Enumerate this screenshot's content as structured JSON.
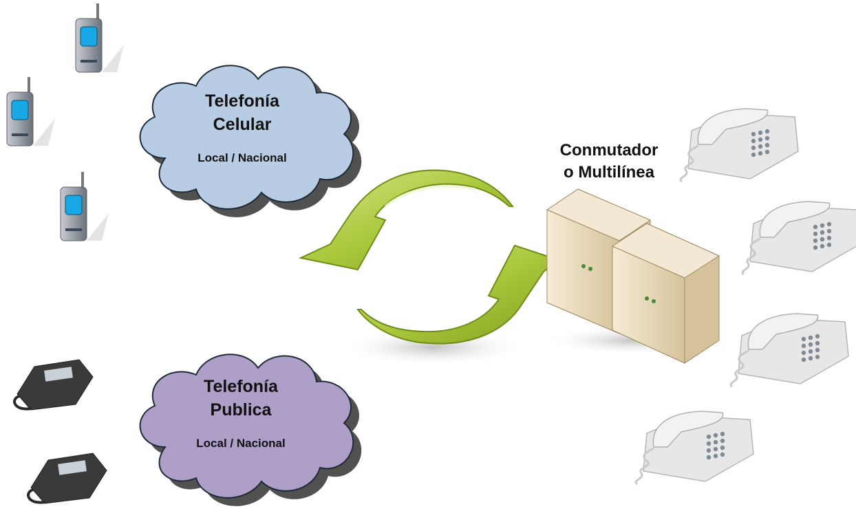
{
  "clouds": {
    "celular": {
      "title_line1": "Telefonía",
      "title_line2": "Celular",
      "subtitle": "Local / Nacional",
      "fill": "#b8cde3"
    },
    "publica": {
      "title_line1": "Telefonía",
      "title_line2": "Publica",
      "subtitle": "Local / Nacional",
      "fill": "#ad9fc8"
    }
  },
  "switch": {
    "label_line1": "Conmutador",
    "label_line2": "o Multilínea"
  },
  "colors": {
    "arrows": "#9bbd2c",
    "server": "#eadcbf"
  }
}
